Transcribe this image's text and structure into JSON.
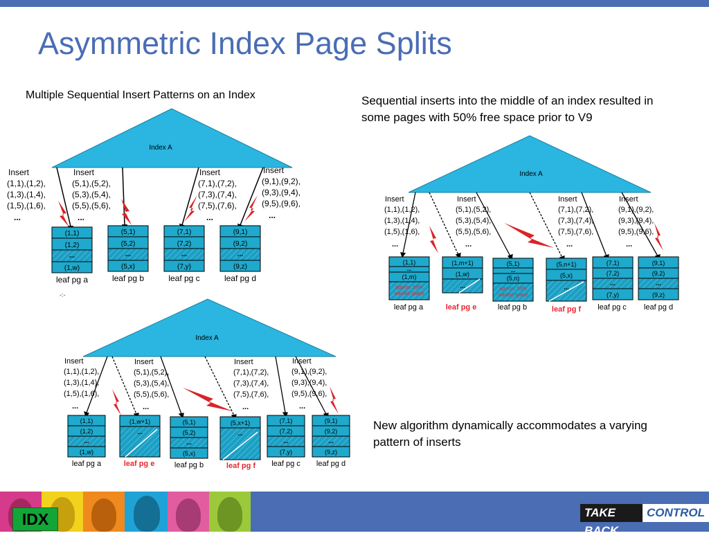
{
  "slide": {
    "title": "Asymmetric Index Page Splits",
    "caption_left": "Multiple Sequential Insert Patterns on an Index",
    "caption_right": "Sequential inserts into the middle of an index resulted in some pages with 50% free space prior to V9",
    "caption_bottom": "New algorithm dynamically accommodates a varying pattern of inserts",
    "stray_mark": "-:-",
    "footer": {
      "badge": "IDX",
      "logo_left": "TAKE BACK",
      "logo_right": "CONTROL"
    }
  },
  "colors": {
    "accent": "#4a6db4",
    "triangle": "#2ab6e0",
    "leaf": "#1fa9cc",
    "bolt": "#d8242a",
    "highlight": "#e8262e",
    "badge": "#13a538"
  },
  "index_label": "Index A",
  "inserts": {
    "a": {
      "label": "Insert",
      "lines": [
        "(1,1),(1,2),",
        "(1,3),(1,4),",
        "(1,5),(1,6),",
        "..."
      ]
    },
    "b": {
      "label": "Insert",
      "lines": [
        "(5,1),(5,2),",
        "(5,3),(5,4),",
        "(5,5),(5,6),",
        "..."
      ]
    },
    "c": {
      "label": "Insert",
      "lines": [
        "(7,1),(7,2),",
        "(7,3),(7,4),",
        "(7,5),(7,6),",
        "..."
      ]
    },
    "d": {
      "label": "Insert",
      "lines": [
        "(9,1),(9,2),",
        "(9,3),(9,4),",
        "(9,5),(9,6),",
        "..."
      ]
    }
  },
  "leaf_labels": {
    "a": "leaf pg a",
    "b": "leaf pg b",
    "c": "leaf pg c",
    "d": "leaf pg d",
    "e": "leaf pg e",
    "f": "leaf pg f"
  },
  "cells": {
    "a": [
      "(1,1)",
      "(1,2)",
      "...",
      "(1,w)"
    ],
    "b": [
      "(5,1)",
      "(5,2)",
      "...",
      "(5,x)"
    ],
    "c": [
      "(7,1)",
      "(7,2)",
      "...",
      "(7,y)"
    ],
    "d": [
      "(9,1)",
      "(9,2)",
      "...",
      "(9,z)"
    ],
    "a_split": [
      "(1,1)",
      "...",
      "(1,m)"
    ],
    "e_split": [
      "(1,m+1)",
      "(1,w)",
      "..."
    ],
    "b_split": [
      "(5,1)",
      "...",
      "(5,n)"
    ],
    "f_split": [
      "(5,n+1)",
      "(5,x)",
      "..."
    ],
    "e_new": [
      "(1,w+1)",
      "..."
    ],
    "f_new": [
      "(5,x+1)",
      "..."
    ]
  },
  "wasted": [
    "approx. 50%",
    "wasted space"
  ]
}
